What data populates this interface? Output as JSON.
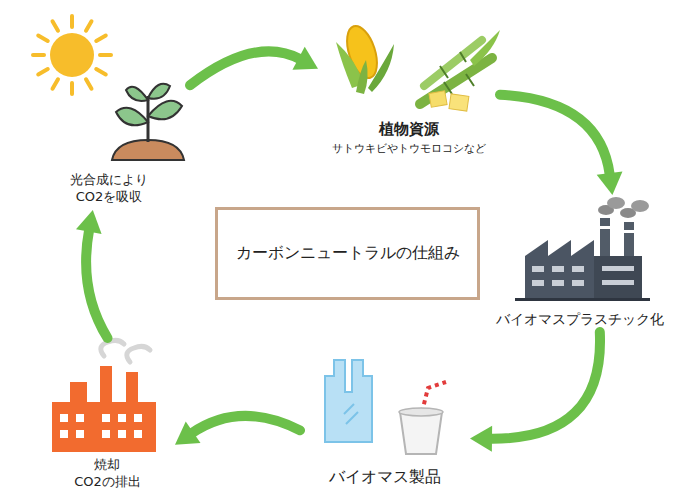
{
  "diagram": {
    "nodes": [
      {
        "text": [
          "光合成により CO2を吸収"
        ]
      },
      {
        "text": [
          "植物資源",
          "サトウキビやトウモロコシなど"
        ]
      },
      {
        "text": [
          "バイオマスプラスチック化"
        ]
      },
      {
        "text": [
          "バイオマス製品"
        ]
      },
      {
        "text": [
          "焼却 CO2の排出"
        ]
      },
      {
        "text": [
          "カーボンニュートラルの仕組み"
        ]
      }
    ],
    "edges": [
      {
        "from": 0,
        "to": 1,
        "arrow": "to"
      },
      {
        "from": 1,
        "to": 2,
        "arrow": "to"
      },
      {
        "from": 2,
        "to": 3,
        "arrow": "to"
      },
      {
        "from": 3,
        "to": 4,
        "arrow": "to"
      },
      {
        "from": 4,
        "to": 0,
        "arrow": "to"
      }
    ]
  }
}
